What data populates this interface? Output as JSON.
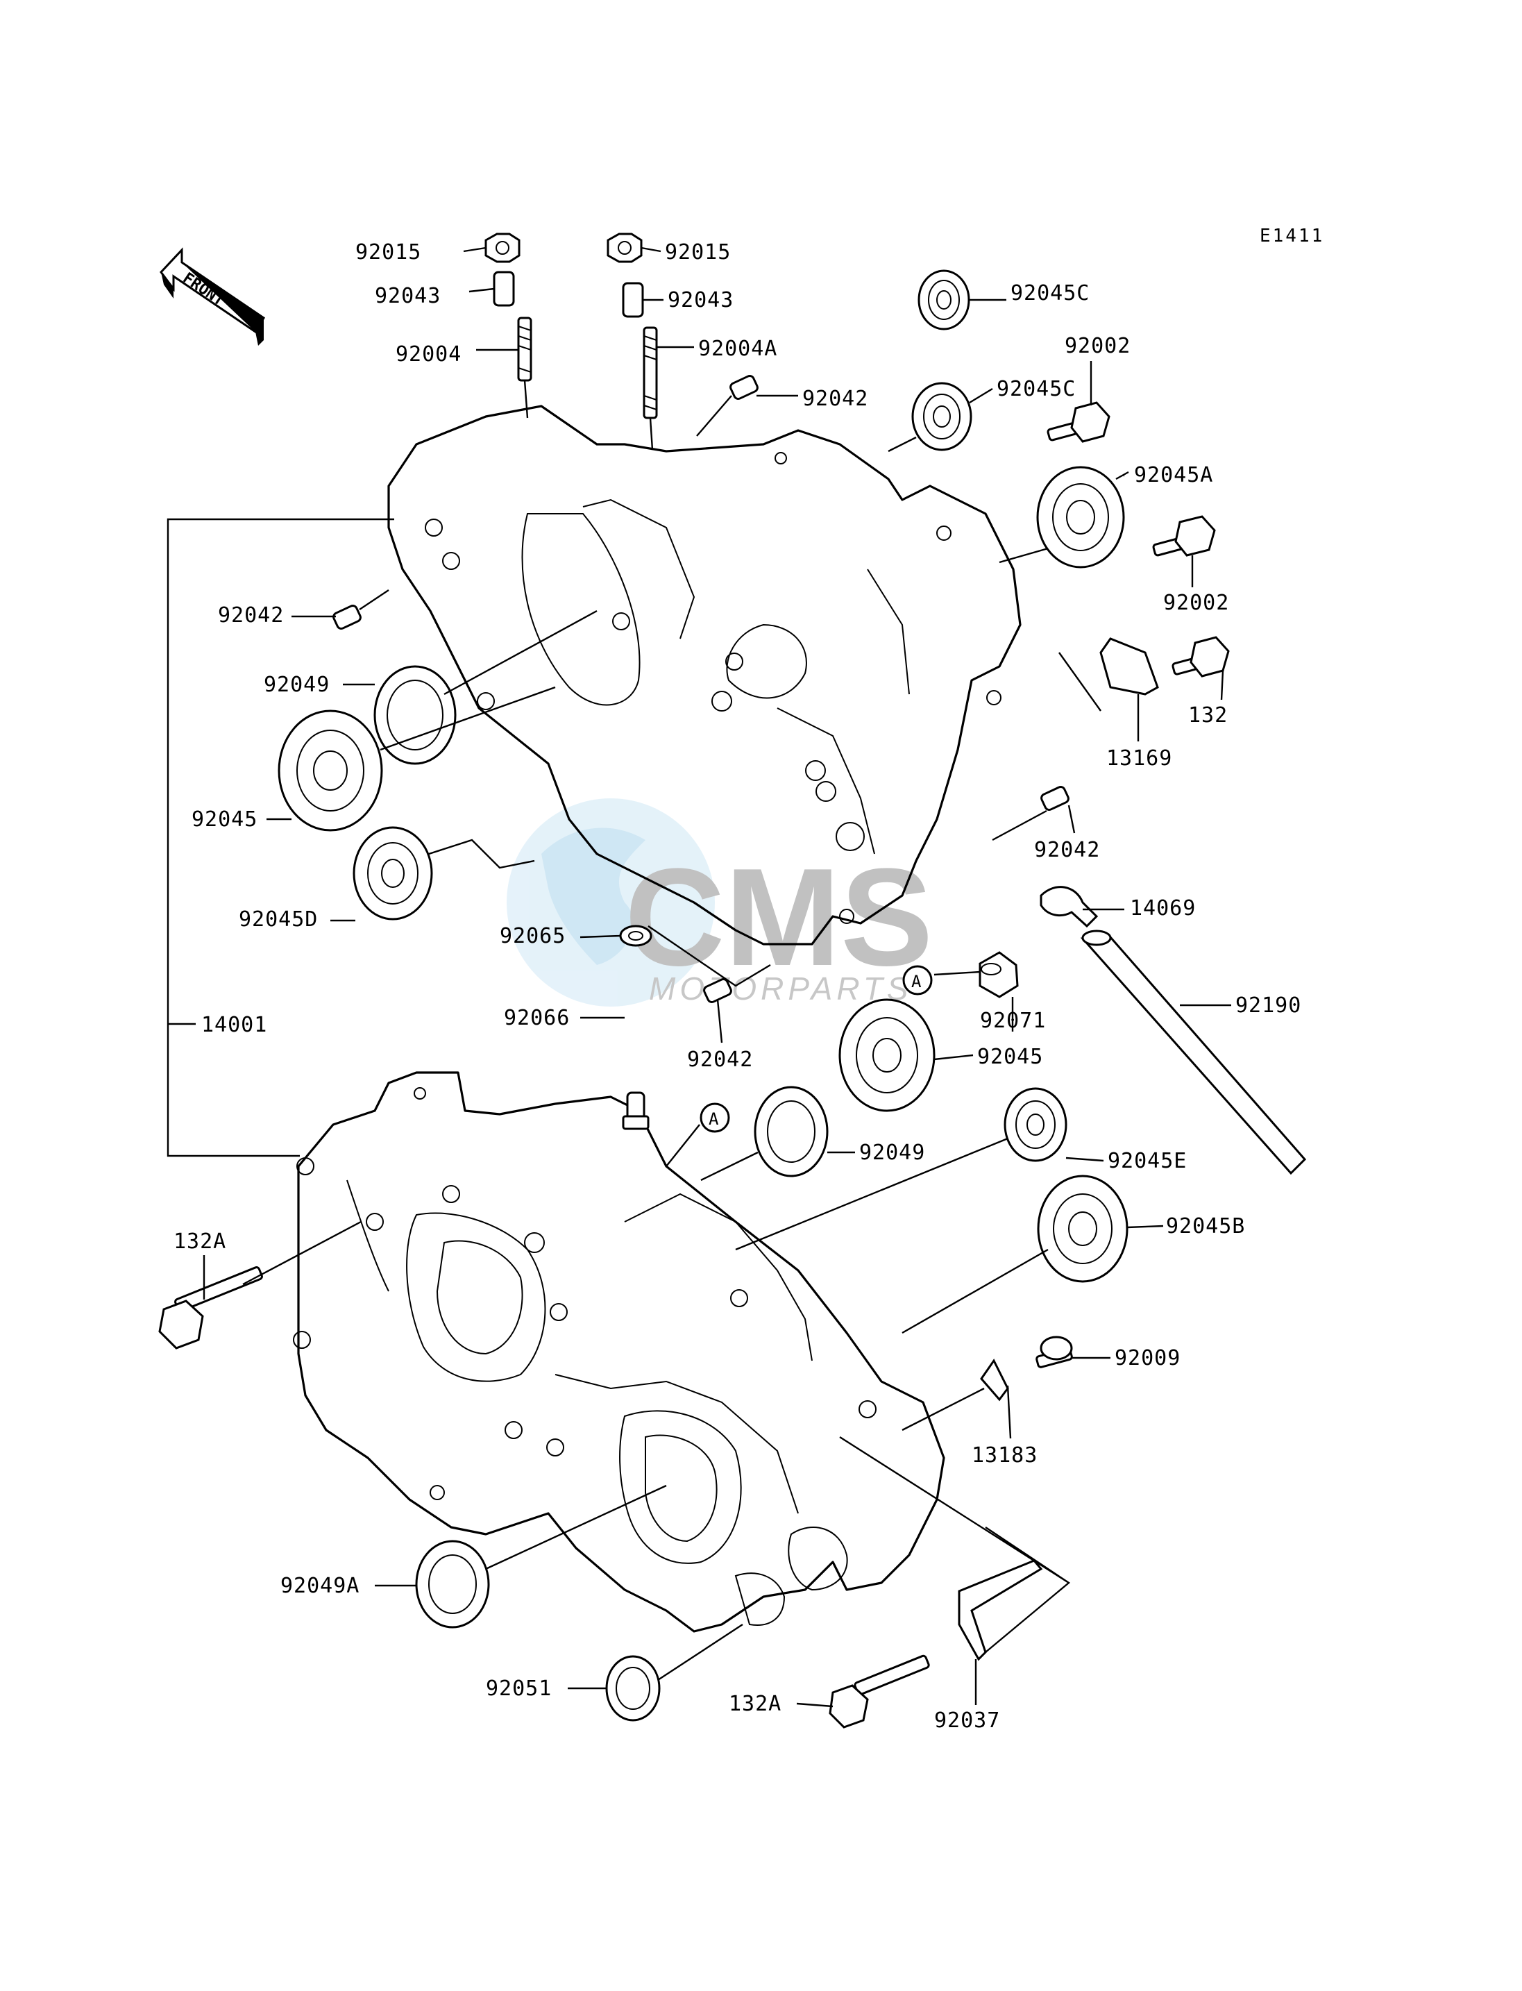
{
  "diagram": {
    "code": "E1411",
    "front_label": "FRONT",
    "watermark": {
      "brand": "CMS",
      "sub": "MOTORPARTS"
    },
    "ref_marker": "A",
    "parts": {
      "p92015_l": "92015",
      "p92015_r": "92015",
      "p92043_l": "92043",
      "p92043_r": "92043",
      "p92004": "92004",
      "p92004a": "92004A",
      "p92042_top": "92042",
      "p92042_left": "92042",
      "p92042_right": "92042",
      "p92042_mid": "92042",
      "p92045c_top": "92045C",
      "p92045c_mid": "92045C",
      "p92002_top": "92002",
      "p92002_bot": "92002",
      "p92045a": "92045A",
      "p132": "132",
      "p13169": "13169",
      "p92049_top": "92049",
      "p92049_mid": "92049",
      "p92045_left": "92045",
      "p92045_mid": "92045",
      "p92045d": "92045D",
      "p14069": "14069",
      "p92065": "92065",
      "p92066": "92066",
      "p92071": "92071",
      "p92190": "92190",
      "p14001": "14001",
      "p92045e": "92045E",
      "p92045b": "92045B",
      "p132a_left": "132A",
      "p132a_bot": "132A",
      "p92009": "92009",
      "p13183": "13183",
      "p92049a": "92049A",
      "p92051": "92051",
      "p92037": "92037"
    }
  }
}
